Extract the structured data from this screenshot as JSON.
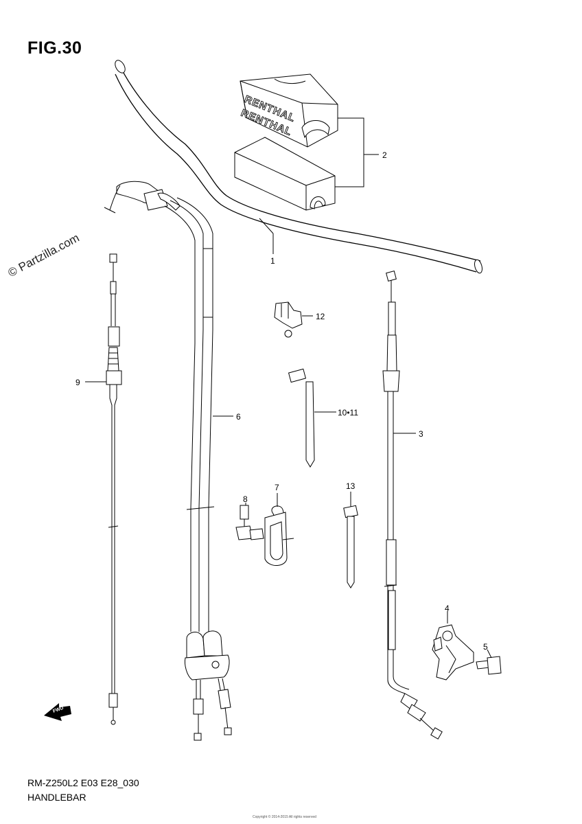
{
  "figure_title": "FIG.30",
  "watermark": "© Partzilla.com",
  "model_code": "RM-Z250L2 E03 E28_030",
  "caption": "HANDLEBAR",
  "footer_text": "Copyright © 2014-2015 All rights reserved",
  "brand_text": "RENTHAL",
  "fwd_text": "FWD",
  "callouts": {
    "c1": "1",
    "c2": "2",
    "c3": "3",
    "c4": "4",
    "c5": "5",
    "c6": "6",
    "c7": "7",
    "c8": "8",
    "c9": "9",
    "c10_11": "10•11",
    "c12": "12",
    "c13": "13"
  }
}
